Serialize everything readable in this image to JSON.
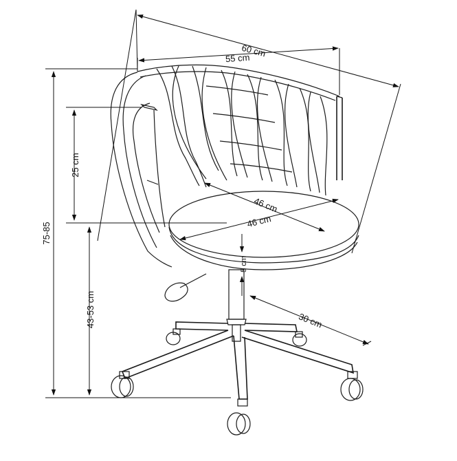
{
  "dimensions": {
    "outer_width": "60 cm",
    "inner_width": "55 cm",
    "seat_depth": "46 cm",
    "seat_width": "46 cm",
    "backrest_height": "25 cm",
    "seat_thickness": "5 cm",
    "total_height": "75-85",
    "seat_height": "43-53 cm",
    "base_radius": "30 cm"
  },
  "colors": {
    "line": "#1a1a1a",
    "background": "#ffffff"
  }
}
